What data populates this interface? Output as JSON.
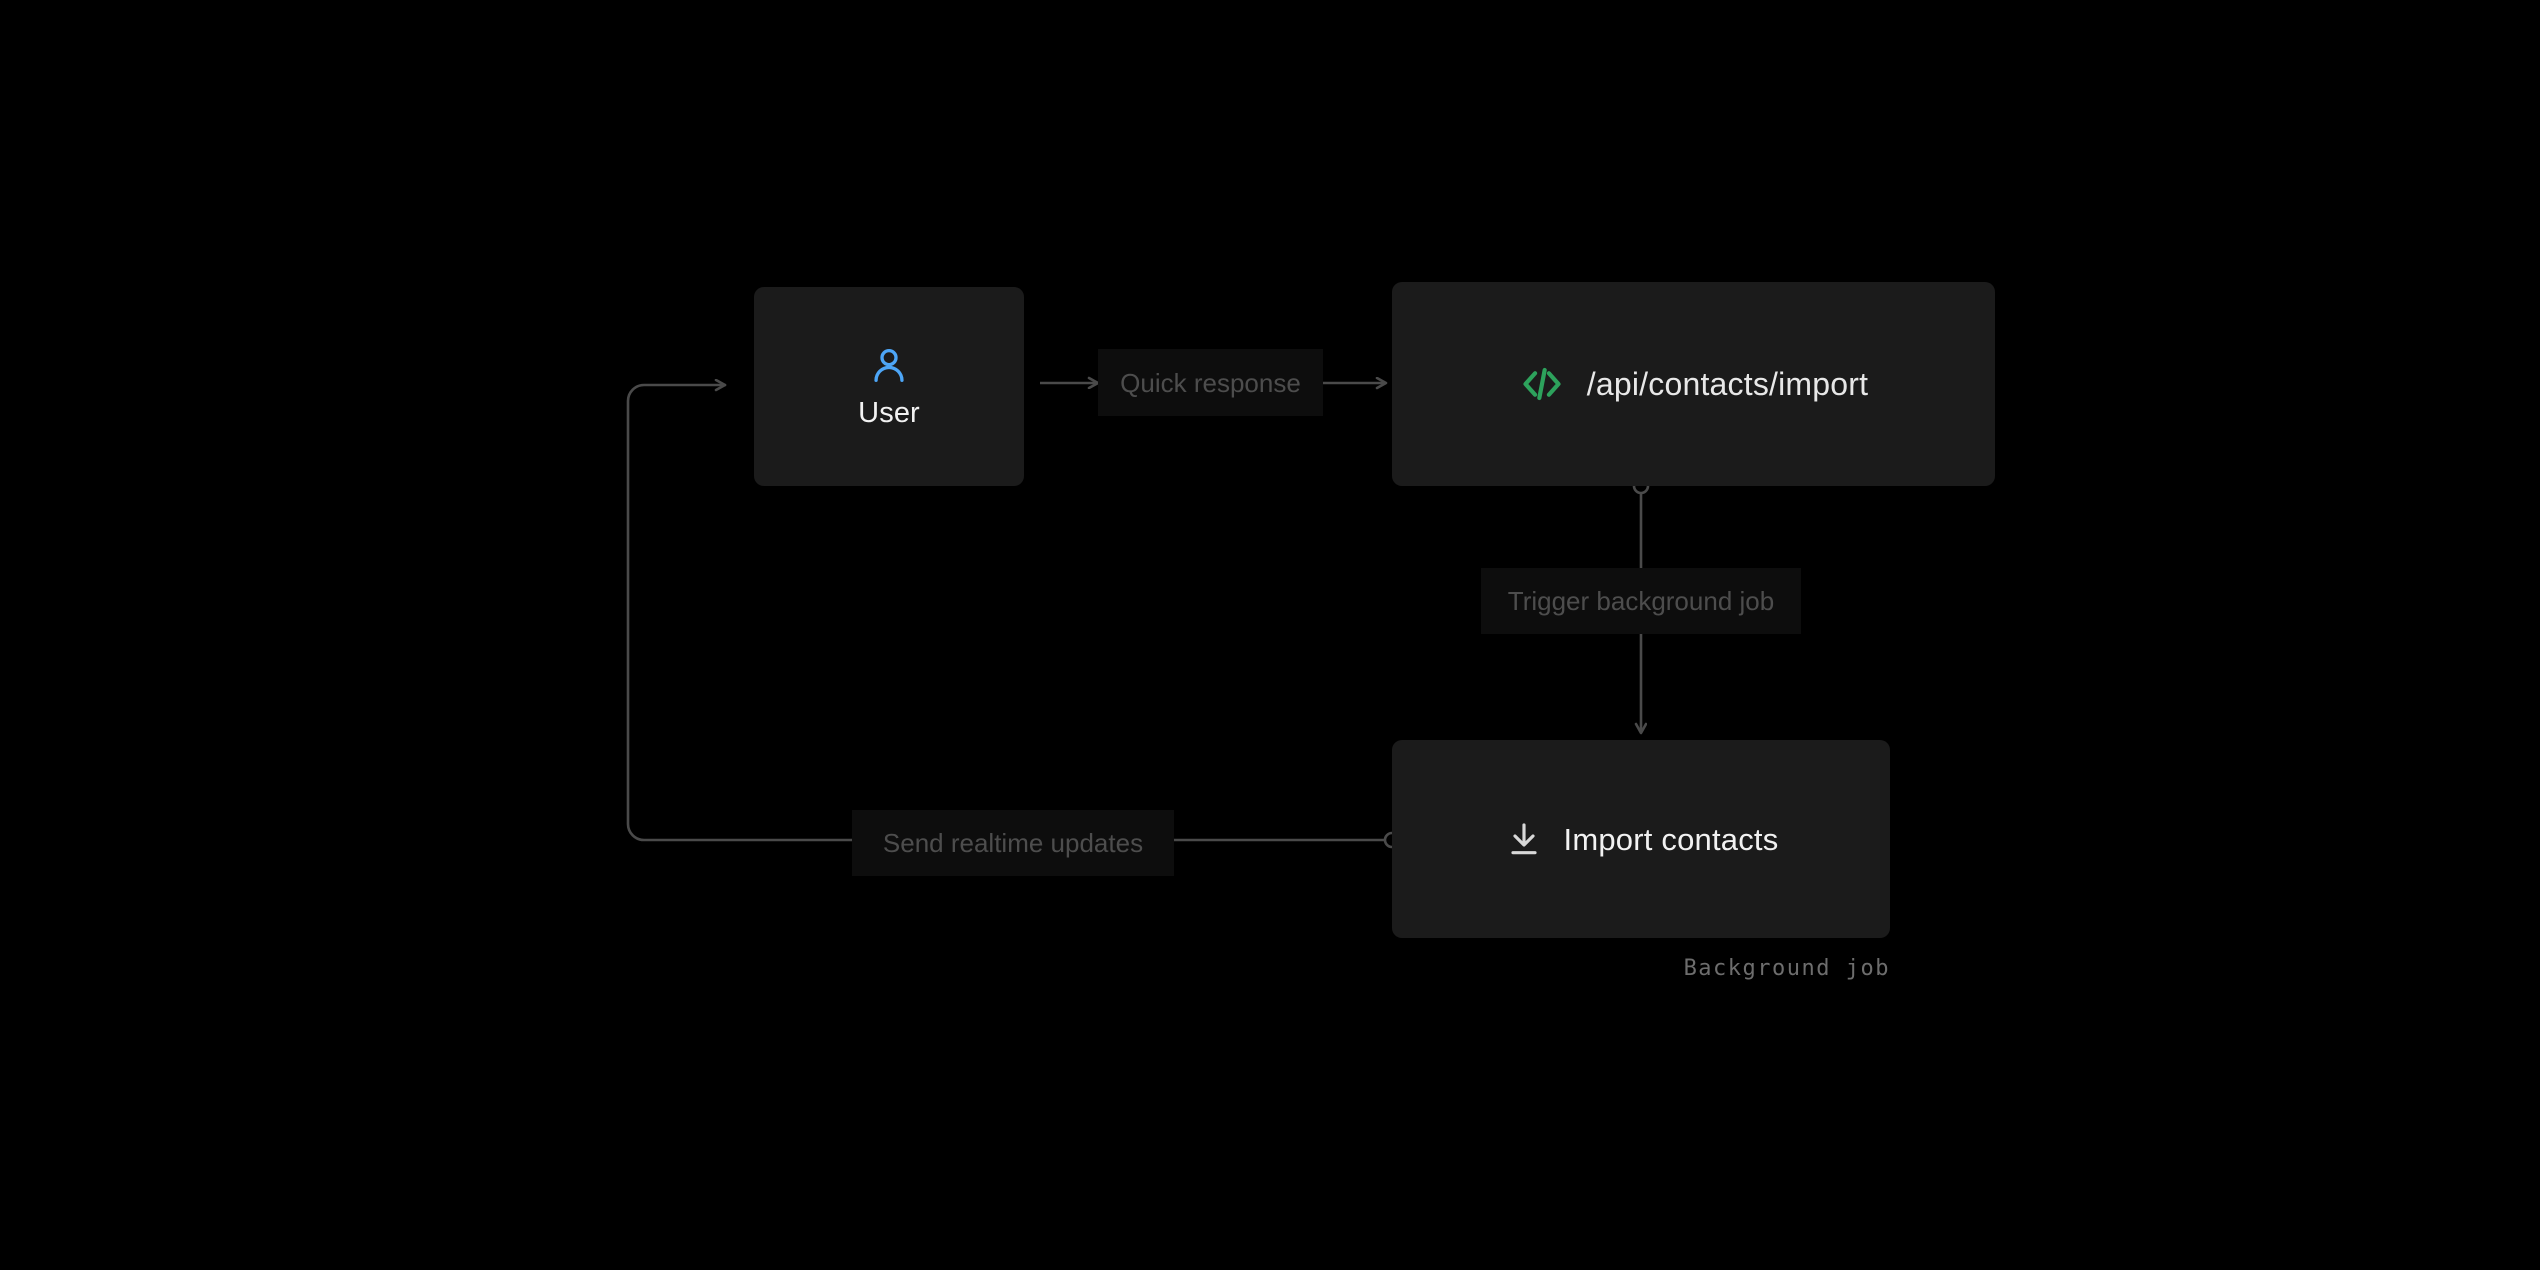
{
  "diagram": {
    "type": "flow-diagram",
    "background_color": "#000000",
    "node_fill_color": "#1b1b1b",
    "edge_color": "#4a4a4a",
    "label_text_color": "#4d4d4d",
    "label_background_color": "#0d0d0d",
    "nodes": [
      {
        "id": "user",
        "label": "User",
        "icon": "user-icon",
        "icon_color": "#4da6f7",
        "text_color": "#f2f2f2",
        "caption": ""
      },
      {
        "id": "api",
        "label": "/api/contacts/import",
        "icon": "code-brackets-icon",
        "icon_color": "#2da25c",
        "text_color": "#e8e8e8",
        "caption": ""
      },
      {
        "id": "job",
        "label": "Import contacts",
        "icon": "download-arrow-icon",
        "icon_color": "#d8d8d8",
        "text_color": "#f2f2f2",
        "caption": "Background job"
      }
    ],
    "edges": [
      {
        "id": "quick-response",
        "label": "Quick response",
        "from": "api",
        "to": "user",
        "direction": "bidirectional"
      },
      {
        "id": "trigger-background-job",
        "label": "Trigger background job",
        "from": "api",
        "to": "job",
        "direction": "down"
      },
      {
        "id": "send-realtime-updates",
        "label": "Send realtime updates",
        "from": "job",
        "to": "user",
        "direction": "left-then-up"
      }
    ]
  }
}
